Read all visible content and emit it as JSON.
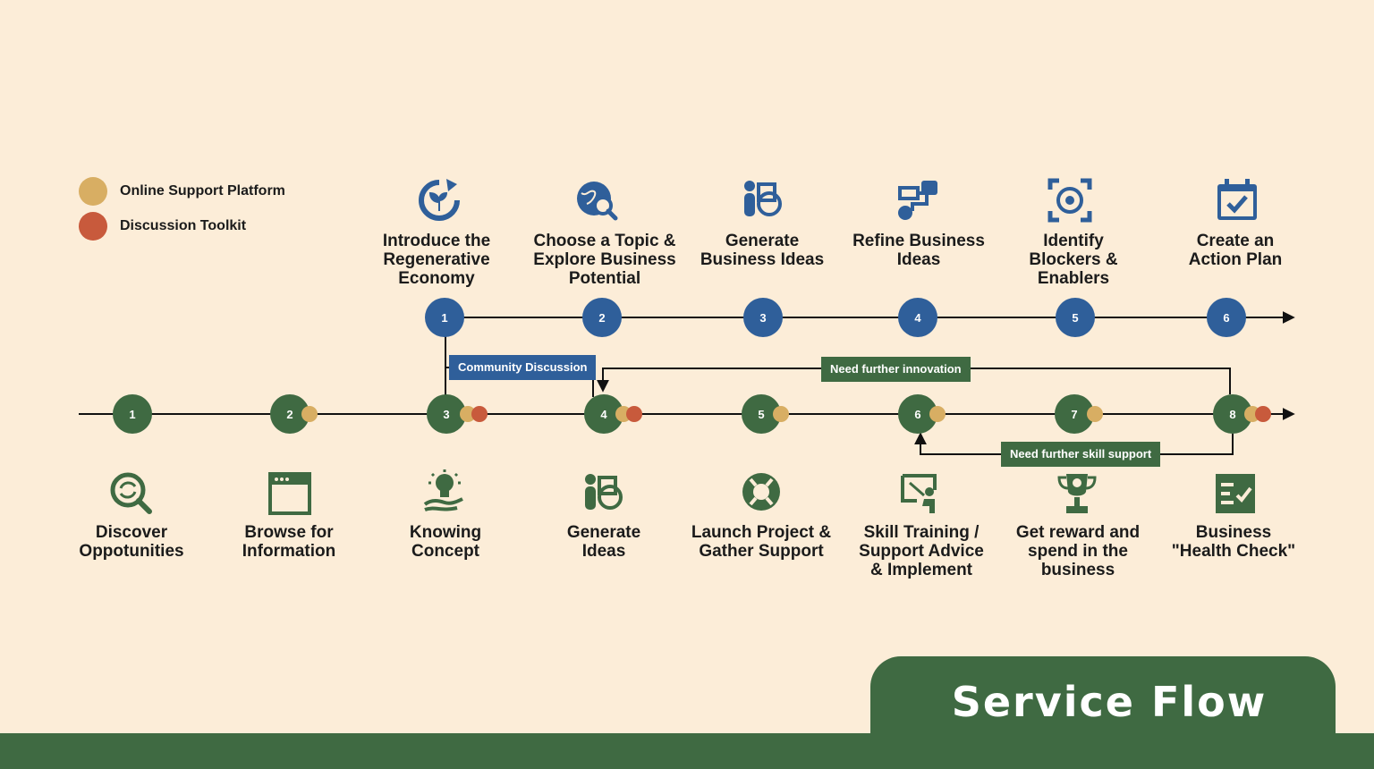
{
  "colors": {
    "background": "#fcedd8",
    "top_track": "#2f5f9a",
    "bottom_track": "#3f6a42",
    "online_support_platform": "#d8ae63",
    "discussion_toolkit": "#c85a3c",
    "line": "#111111"
  },
  "legend": [
    {
      "label": "Online Support Platform",
      "color": "#d8ae63"
    },
    {
      "label": "Discussion Toolkit",
      "color": "#c85a3c"
    }
  ],
  "top_steps": [
    {
      "number": "1",
      "label": "Introduce the\nRegenerative\nEconomy",
      "icon": "regenerative-growth-icon"
    },
    {
      "number": "2",
      "label": "Choose a Topic &\nExplore Business\nPotential",
      "icon": "globe-search-icon"
    },
    {
      "number": "3",
      "label": "Generate\nBusiness Ideas",
      "icon": "shapes-brainstorm-icon"
    },
    {
      "number": "4",
      "label": "Refine Business\nIdeas",
      "icon": "process-flow-icon"
    },
    {
      "number": "5",
      "label": "Identify\nBlockers &\nEnablers",
      "icon": "focus-target-icon"
    },
    {
      "number": "6",
      "label": "Create an\nAction Plan",
      "icon": "calendar-check-icon"
    }
  ],
  "bottom_steps": [
    {
      "number": "1",
      "label": "Discover\nOppotunities",
      "icon": "search-refresh-icon",
      "channels": []
    },
    {
      "number": "2",
      "label": "Browse for\nInformation",
      "icon": "browser-window-icon",
      "channels": [
        "online"
      ]
    },
    {
      "number": "3",
      "label": "Knowing\nConcept",
      "icon": "lightbulb-hand-icon",
      "channels": [
        "online",
        "toolkit"
      ]
    },
    {
      "number": "4",
      "label": "Generate\nIdeas",
      "icon": "shapes-brainstorm-icon",
      "channels": [
        "online",
        "toolkit"
      ]
    },
    {
      "number": "5",
      "label": "Launch Project &\nGather Support",
      "icon": "lifebuoy-icon",
      "channels": [
        "online"
      ]
    },
    {
      "number": "6",
      "label": "Skill Training /\nSupport Advice\n& Implement",
      "icon": "presentation-training-icon",
      "channels": [
        "online"
      ]
    },
    {
      "number": "7",
      "label": "Get reward and\nspend in the\nbusiness",
      "icon": "trophy-icon",
      "channels": [
        "online"
      ]
    },
    {
      "number": "8",
      "label": "Business\n\"Health Check\"",
      "icon": "checklist-icon",
      "channels": [
        "online",
        "toolkit"
      ]
    }
  ],
  "connectors": {
    "community_discussion": "Community Discussion",
    "need_further_innovation": "Need further innovation",
    "need_further_skill_support": "Need further skill support"
  },
  "title": "Service Flow"
}
